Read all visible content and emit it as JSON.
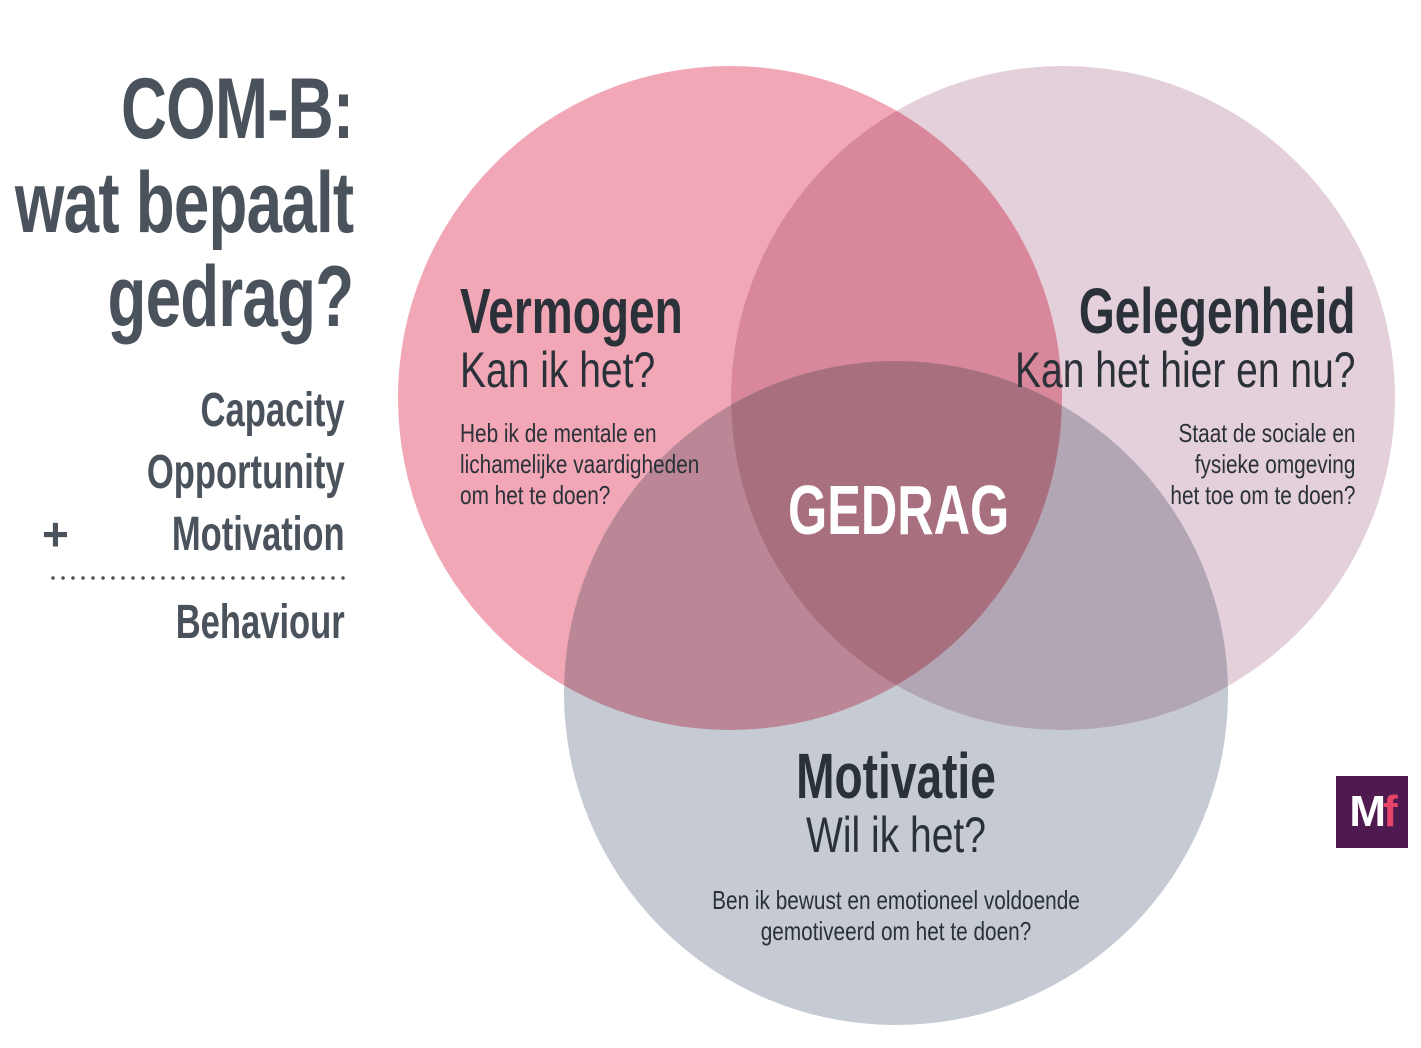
{
  "title": {
    "line1": "COM-B:",
    "line2": "wat bepaalt",
    "line3": "gedrag?"
  },
  "formula": {
    "terms": [
      "Capacity",
      "Opportunity",
      "Motivation"
    ],
    "operator": "+",
    "result": "Behaviour"
  },
  "venn": {
    "center_label": "GEDRAG",
    "circles": [
      {
        "id": "capability",
        "heading": "Vermogen",
        "question": "Kan ik het?",
        "description": [
          "Heb ik de mentale en",
          "lichamelijke vaardigheden",
          "om het te doen?"
        ],
        "color": "#F2A7B7"
      },
      {
        "id": "opportunity",
        "heading": "Gelegenheid",
        "question": "Kan het hier en nu?",
        "description": [
          "Staat de sociale en",
          "fysieke omgeving",
          "het toe om te doen?"
        ],
        "color": "#E4D0DB"
      },
      {
        "id": "motivation",
        "heading": "Motivatie",
        "question": "Wil ik het?",
        "description": [
          "Ben ik bewust en emotioneel voldoende",
          "gemotiveerd om het te doen?"
        ],
        "color": "#C5CAD3"
      }
    ],
    "overlap_colors": {
      "capability_opportunity": "#D9889B",
      "capability_motivation": "#BB8797",
      "opportunity_motivation": "#B2A6B5",
      "all": "#A8707F"
    }
  },
  "logo": {
    "letter1": "M",
    "letter2": "f",
    "background": "#4E1A4F",
    "accent": "#E8456A"
  }
}
